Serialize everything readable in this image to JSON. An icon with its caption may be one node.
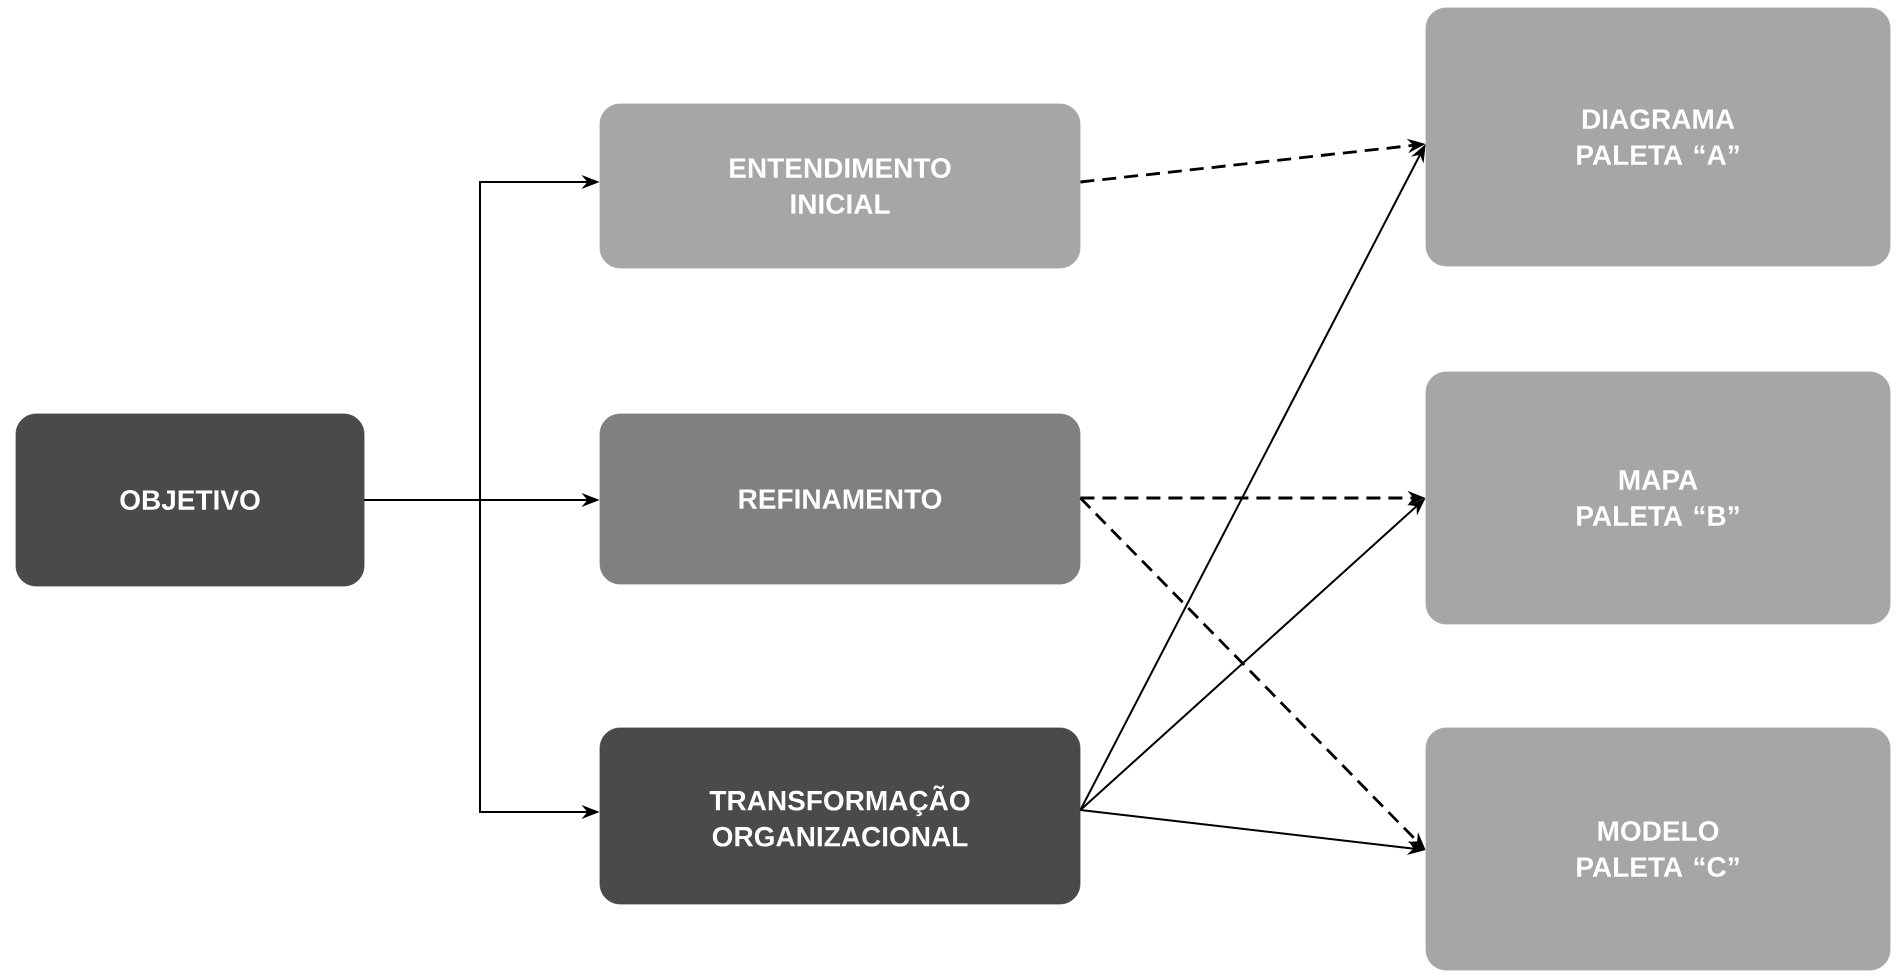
{
  "diagram": {
    "nodes": [
      {
        "text": [
          "OBJETIVO"
        ]
      },
      {
        "text": [
          "ENTENDIMENTO INICIAL"
        ]
      },
      {
        "text": [
          "REFINAMENTO"
        ]
      },
      {
        "text": [
          "TRANSFORMAÇÃO ORGANIZACIONAL"
        ]
      },
      {
        "text": [
          "DIAGRAMA PALETA “A”"
        ]
      },
      {
        "text": [
          "MAPA PALETA “B”"
        ]
      },
      {
        "text": [
          "MODELO PALETA “C”"
        ]
      }
    ],
    "edges": [
      {
        "from": 0,
        "to": 1,
        "arrow": "to"
      },
      {
        "from": 0,
        "to": 2,
        "arrow": "to"
      },
      {
        "from": 0,
        "to": 3,
        "arrow": "to"
      },
      {
        "from": 1,
        "to": 4,
        "arrow": "to",
        "style": "dashed"
      },
      {
        "from": 2,
        "to": 5,
        "arrow": "to",
        "style": "dashed"
      },
      {
        "from": 2,
        "to": 6,
        "arrow": "to",
        "style": "dashed"
      },
      {
        "from": 3,
        "to": 4,
        "arrow": "to"
      },
      {
        "from": 3,
        "to": 5,
        "arrow": "to"
      },
      {
        "from": 3,
        "to": 6,
        "arrow": "to"
      }
    ]
  }
}
